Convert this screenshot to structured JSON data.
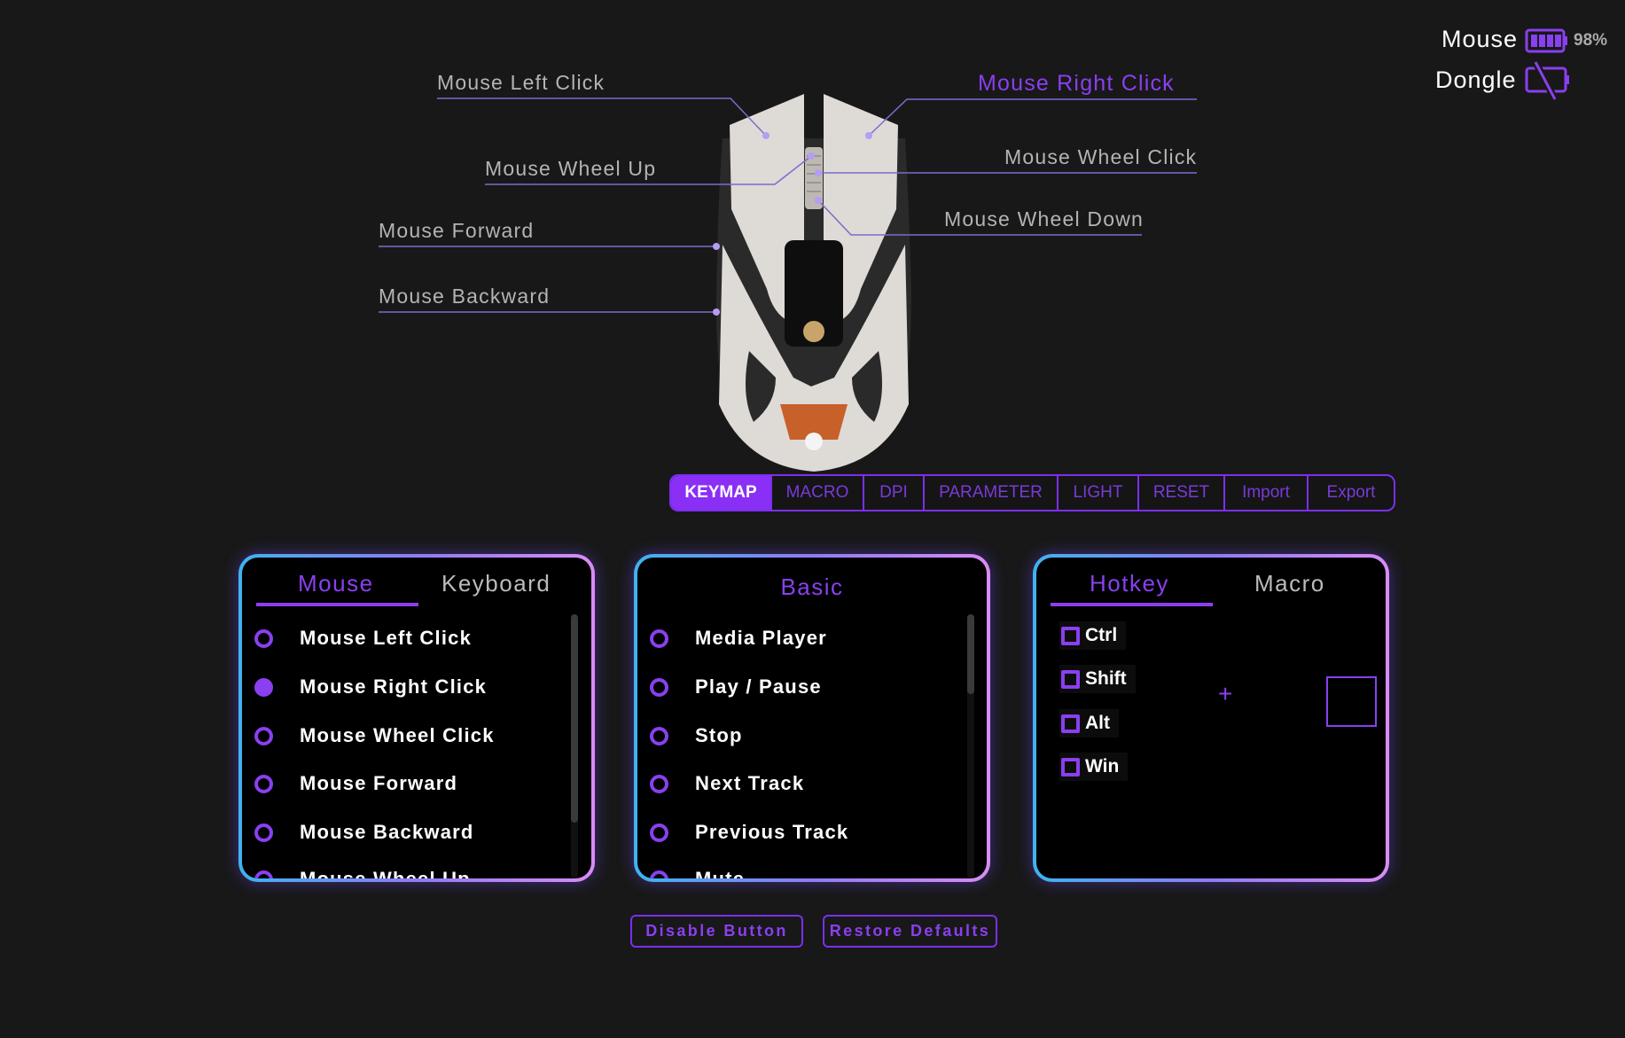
{
  "status": {
    "mouse_label": "Mouse",
    "mouse_battery": "98%",
    "mouse_battery_level": 98,
    "dongle_label": "Dongle",
    "dongle_battery_icon": "battery-disconnected-icon"
  },
  "callouts": {
    "left_click": "Mouse Left Click",
    "right_click": "Mouse Right Click",
    "wheel_up": "Mouse Wheel Up",
    "wheel_click": "Mouse Wheel Click",
    "forward": "Mouse Forward",
    "wheel_down": "Mouse Wheel Down",
    "backward": "Mouse Backward"
  },
  "tabs": [
    "KEYMAP",
    "MACRO",
    "DPI",
    "PARAMETER",
    "LIGHT",
    "RESET",
    "Import",
    "Export"
  ],
  "active_tab": "KEYMAP",
  "mouse_panel": {
    "tabs": [
      "Mouse",
      "Keyboard"
    ],
    "items": [
      "Mouse Left Click",
      "Mouse Right Click",
      "Mouse Wheel Click",
      "Mouse Forward",
      "Mouse Backward",
      "Mouse Wheel Up"
    ],
    "selected": "Mouse Right Click"
  },
  "basic_panel": {
    "title": "Basic",
    "items": [
      "Media Player",
      "Play / Pause",
      "Stop",
      "Next Track",
      "Previous Track",
      "Mute"
    ]
  },
  "hotkey_panel": {
    "tabs": [
      "Hotkey",
      "Macro"
    ],
    "modifiers": [
      "Ctrl",
      "Shift",
      "Alt",
      "Win"
    ],
    "plus": "+"
  },
  "buttons": {
    "disable": "Disable Button",
    "restore": "Restore Defaults"
  },
  "colors": {
    "accent": "#8a3ff0",
    "background": "#181818",
    "panel_border_start": "#3fb3f0",
    "panel_border_end": "#d98cf5"
  }
}
